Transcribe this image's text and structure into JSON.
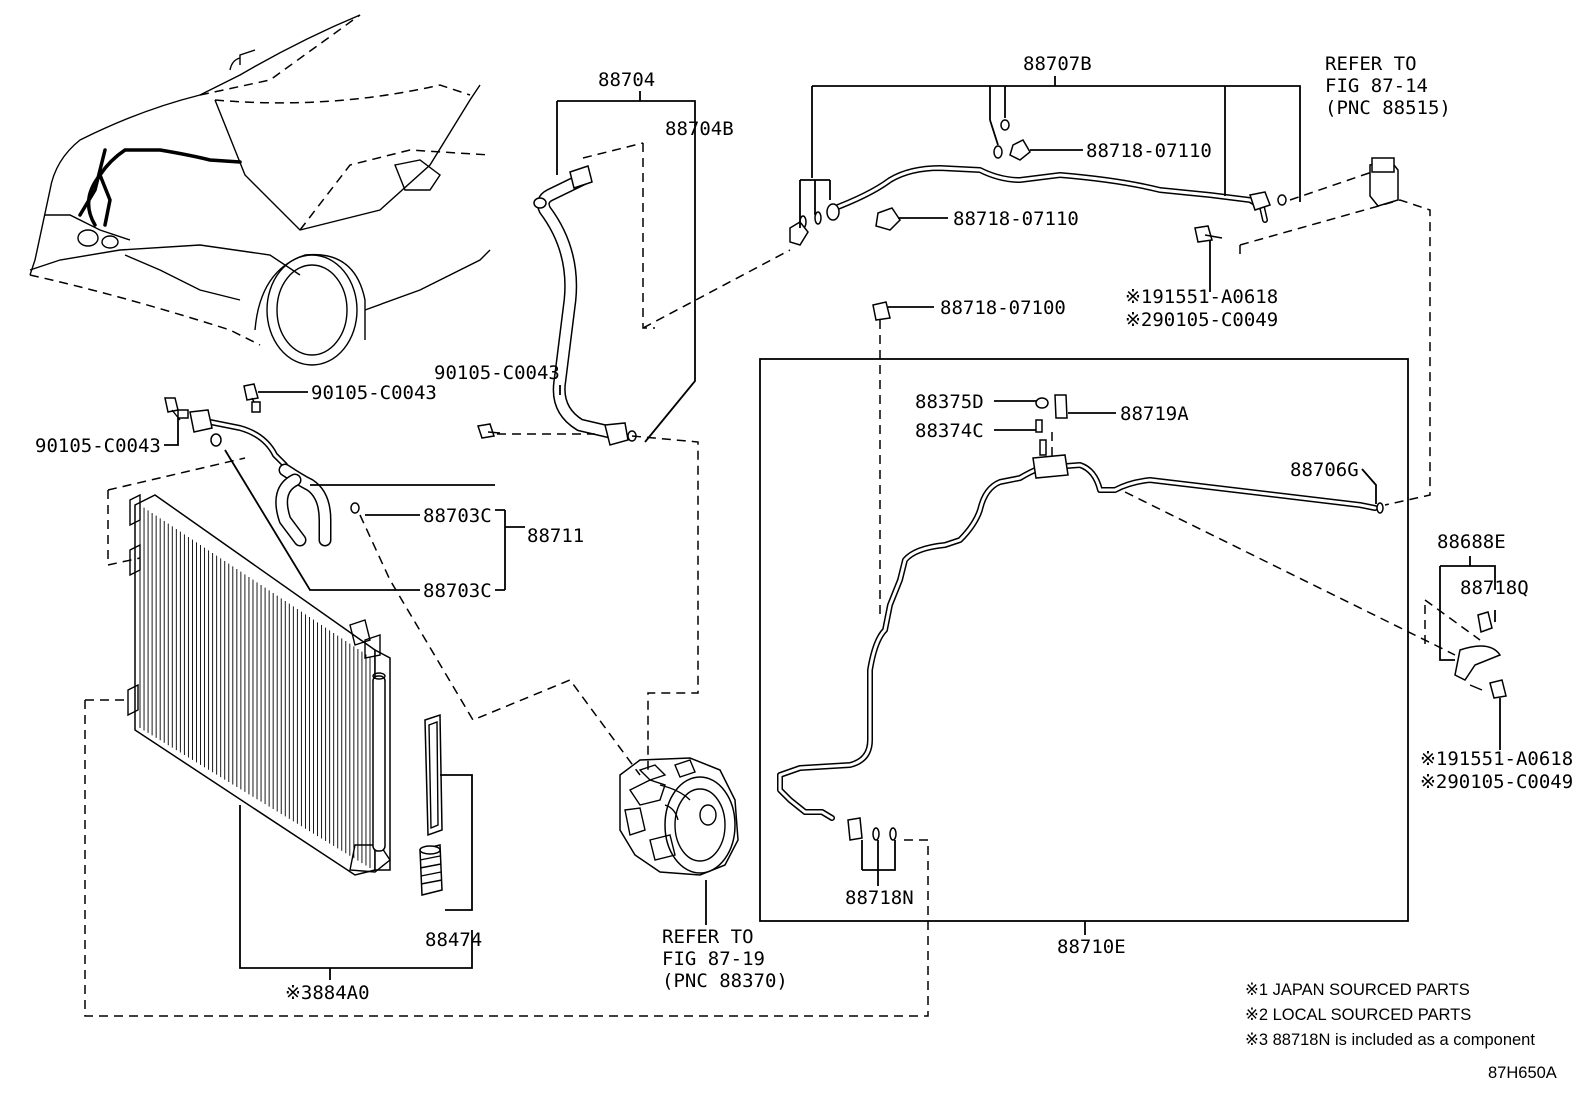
{
  "diagram_id": "87H650A",
  "labels": {
    "p88704": "88704",
    "p88704B": "88704B",
    "p88707B": "88707B",
    "refer1_l1": "REFER TO",
    "refer1_l2": "FIG 87-14",
    "refer1_l3": "(PNC 88515)",
    "p88718_07110_a": "88718-07110",
    "p88718_07110_b": "88718-07110",
    "p191551_a": "※191551-A0618",
    "p290105_a": "※290105-C0049",
    "p88718_07100": "88718-07100",
    "p90105_a": "90105-C0043",
    "p90105_b": "90105-C0043",
    "p90105_c": "90105-C0043",
    "p88375D": "88375D",
    "p88374C": "88374C",
    "p88719A": "88719A",
    "p88706G": "88706G",
    "p88703C_a": "88703C",
    "p88703C_b": "88703C",
    "p88711": "88711",
    "p88688E": "88688E",
    "p88718Q": "88718Q",
    "p191551_b": "※191551-A0618",
    "p290105_b": "※290105-C0049",
    "p88718N": "88718N",
    "p88474": "88474",
    "p884A0": "※3884A0",
    "refer2_l1": "REFER TO",
    "refer2_l2": "FIG 87-19",
    "refer2_l3": "(PNC 88370)",
    "p88710E": "88710E"
  },
  "notes": [
    "※1 JAPAN SOURCED PARTS",
    "※2 LOCAL SOURCED PARTS",
    "※3 88718N is included as a component"
  ]
}
